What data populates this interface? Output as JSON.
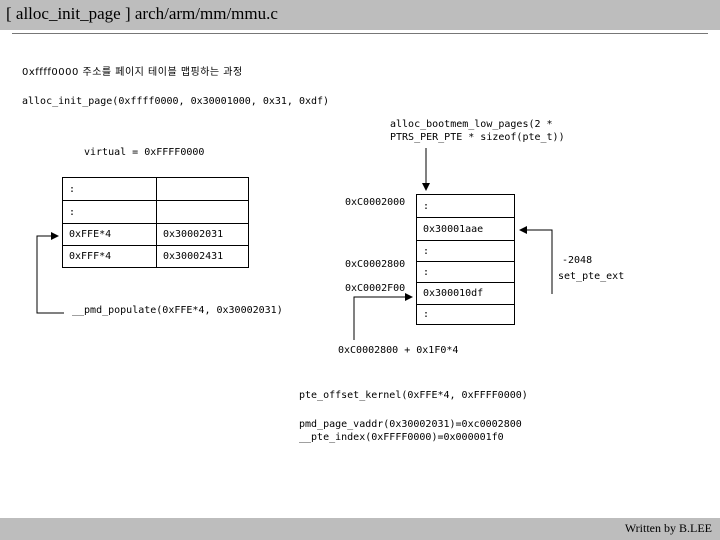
{
  "header": {
    "title": "[ alloc_init_page ] arch/arm/mm/mmu.c"
  },
  "footer": {
    "credit": "Written by B.LEE"
  },
  "intro": {
    "description": "0xffff0000 주소를 페이지 테이블 맵핑하는 과정",
    "call": "alloc_init_page(0xffff0000, 0x30001000, 0x31, 0xdf)"
  },
  "left_table": {
    "caption": "virtual = 0xFFFF0000",
    "rows": [
      [
        ":",
        ""
      ],
      [
        ":",
        ""
      ],
      [
        "0xFFE*4",
        "0x30002031"
      ],
      [
        "0xFFF*4",
        "0x30002431"
      ]
    ],
    "populate_label": "__pmd_populate(0xFFE*4, 0x30002031)"
  },
  "right_table": {
    "caption_line1": "alloc_bootmem_low_pages(2 *",
    "caption_line2": "PTRS_PER_PTE * sizeof(pte_t))",
    "rows": [
      ":",
      "0x30001aae",
      ":",
      ":",
      "0x300010df",
      ":"
    ],
    "addr_2000": "0xC0002000",
    "addr_2800": "0xC0002800",
    "addr_2f00": "0xC0002F00",
    "offset_label": "-2048",
    "set_pte_label": "set_pte_ext",
    "offset_calc": "0xC0002800 + 0x1F0*4"
  },
  "notes": {
    "pte_offset": "pte_offset_kernel(0xFFE*4, 0xFFFF0000)",
    "pmd_vaddr": "pmd_page_vaddr(0x30002031)=0xc0002800",
    "pte_index": "__pte_index(0xFFFF0000)=0x000001f0"
  }
}
